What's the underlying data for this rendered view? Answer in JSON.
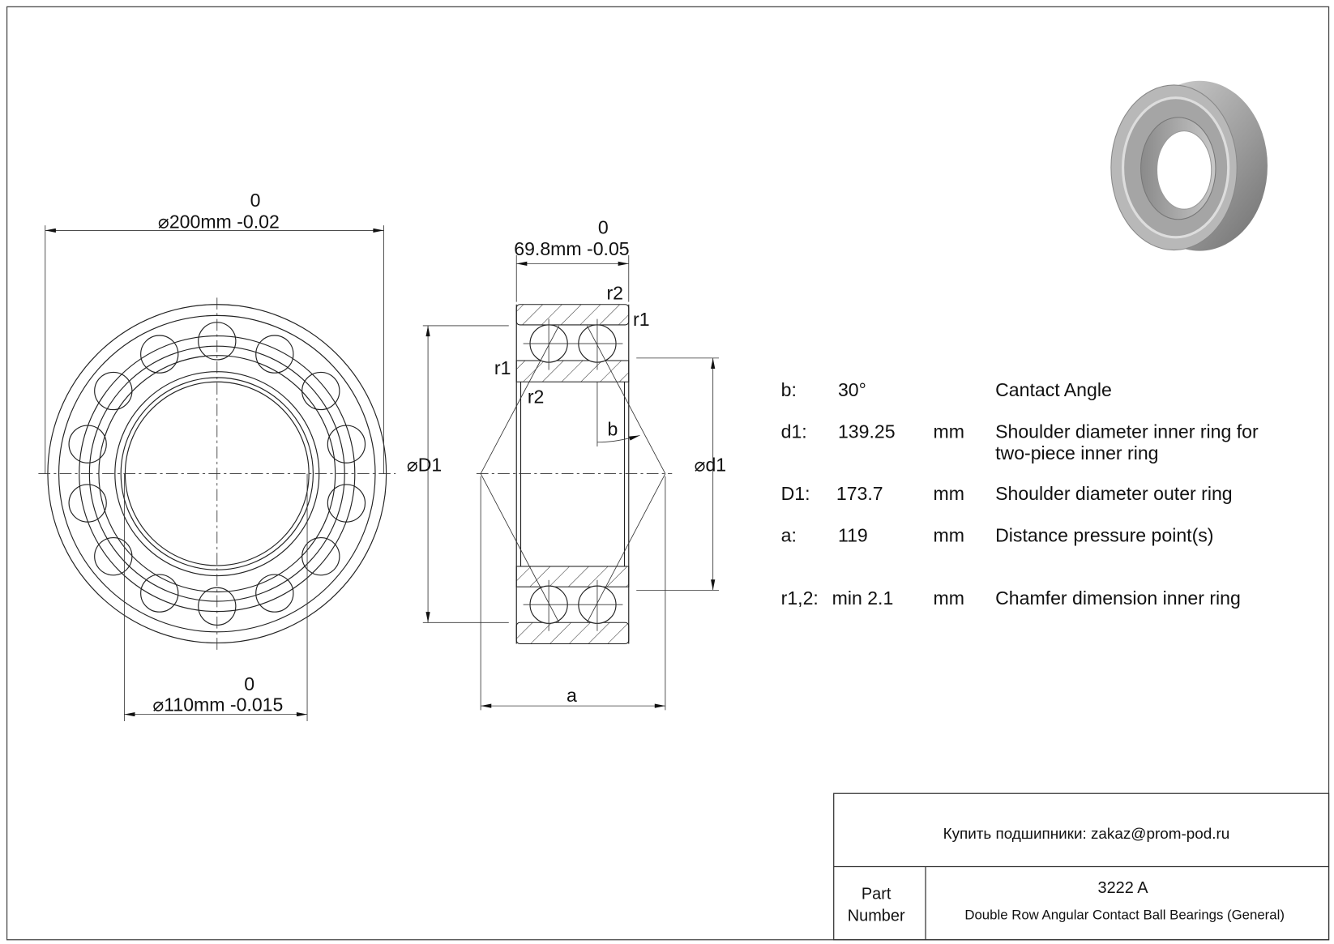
{
  "drawing": {
    "front_view": {
      "outer_dia_label": "⌀200mm -0.02",
      "outer_dia_upper_tol": "0",
      "bore_label": "⌀110mm -0.015",
      "bore_upper_tol": "0"
    },
    "section_view": {
      "width_label": "69.8mm -0.05",
      "width_upper_tol": "0",
      "r1": "r1",
      "r2": "r2",
      "b": "b",
      "D1": "⌀D1",
      "d1": "⌀d1",
      "a": "a"
    }
  },
  "specs": [
    {
      "sym": "b:",
      "value": "30°",
      "unit": "",
      "desc": "Cantact Angle",
      "desc2": ""
    },
    {
      "sym": "d1:",
      "value": "139.25",
      "unit": "mm",
      "desc": "Shoulder diameter inner ring for",
      "desc2": "two-piece inner ring"
    },
    {
      "sym": "D1:",
      "value": "173.7",
      "unit": "mm",
      "desc": "Shoulder diameter outer ring",
      "desc2": ""
    },
    {
      "sym": "a:",
      "value": "119",
      "unit": "mm",
      "desc": "Distance pressure point(s)",
      "desc2": ""
    },
    {
      "sym": "r1,2:",
      "value": "min 2.1",
      "unit": "mm",
      "desc": "Chamfer dimension inner ring",
      "desc2": ""
    }
  ],
  "title_block": {
    "contact": "Купить подшипники: zakaz@prom-pod.ru",
    "part_label_1": "Part",
    "part_label_2": "Number",
    "part_number": "3222 A",
    "description": "Double Row Angular Contact Ball Bearings (General)"
  }
}
